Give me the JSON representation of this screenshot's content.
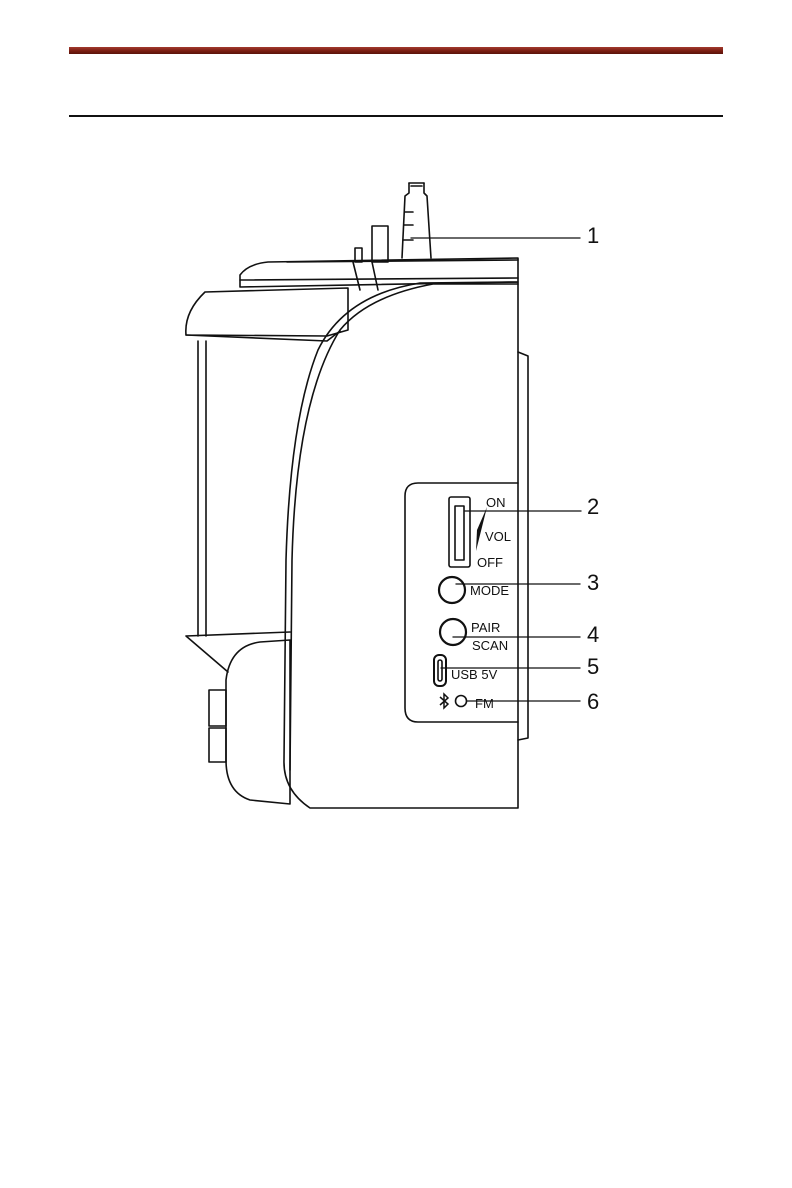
{
  "header": {
    "accent_color": "#7a1d12"
  },
  "figure": {
    "controls": {
      "on": "ON",
      "vol": "VOL",
      "off": "OFF",
      "mode": "MODE",
      "pair": "PAIR",
      "scan": "SCAN",
      "usb": "USB 5V",
      "fm": "FM",
      "bluetooth_icon": "bluetooth-icon"
    },
    "callouts": [
      "1",
      "2",
      "3",
      "4",
      "5",
      "6"
    ]
  }
}
